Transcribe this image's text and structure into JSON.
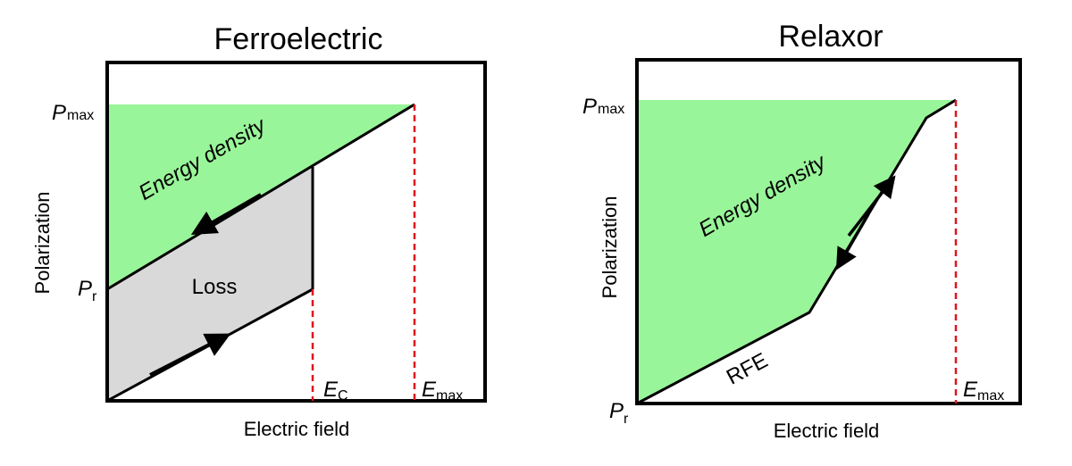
{
  "left_panel": {
    "title": "Ferroelectric",
    "x_axis_label": "Electric field",
    "y_axis_label": "Polarization",
    "p_max_main": "P",
    "p_max_sub": "max",
    "p_r_main": "P",
    "p_r_sub": "r",
    "e_c_main": "E",
    "e_c_sub": "C",
    "e_max_main": "E",
    "e_max_sub": "max",
    "energy_label": "Energy density",
    "loss_label": "Loss"
  },
  "right_panel": {
    "title": "Relaxor",
    "x_axis_label": "Electric field",
    "y_axis_label": "Polarization",
    "p_max_main": "P",
    "p_max_sub": "max",
    "p_r_main": "P",
    "p_r_sub": "r",
    "e_max_main": "E",
    "e_max_sub": "max",
    "energy_label": "Energy density",
    "rfe_label": "RFE"
  },
  "colors": {
    "energy_fill": "#99f599",
    "loss_fill": "#d9d9d9",
    "guide_line": "#e0141e",
    "curve": "#000000"
  }
}
